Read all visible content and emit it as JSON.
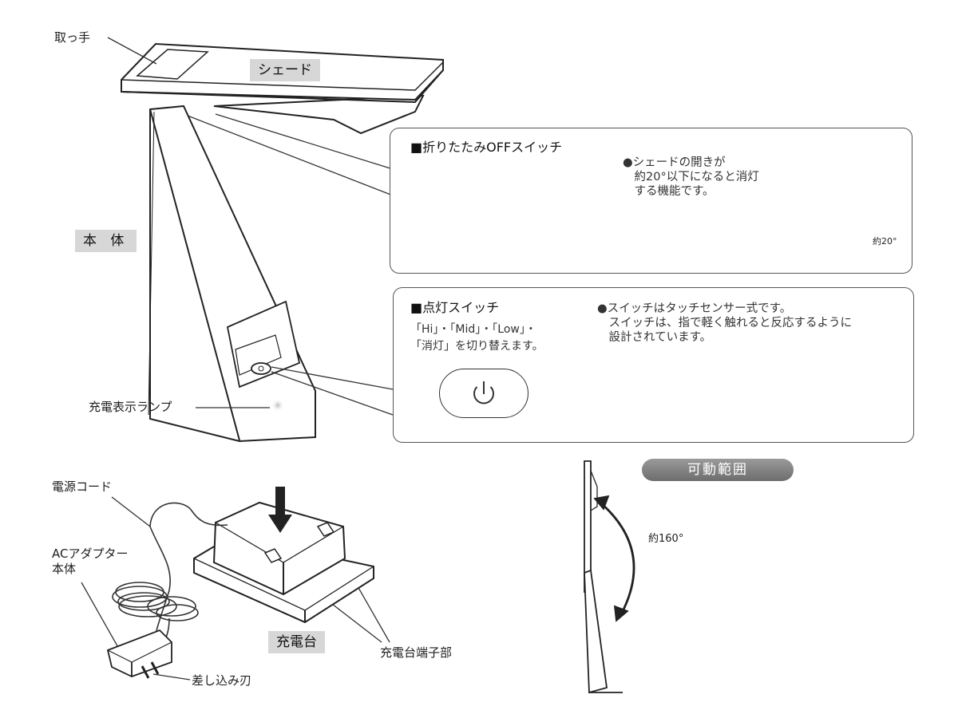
{
  "labels": {
    "handle": "取っ手",
    "shade": "シェード",
    "body": "本 体",
    "charge_lamp": "充電表示ランプ",
    "power_cord": "電源コード",
    "ac_adapter": "ACアダプター\n本体",
    "charging_stand": "充電台",
    "charging_terminal": "充電台端子部",
    "plug_blade": "差し込み刃"
  },
  "panel_fold": {
    "title": "■折りたたみOFFスイッチ",
    "note": "●シェードの開きが\n　約20°以下になると消灯\n　する機能です。",
    "angle_label": "約20°"
  },
  "panel_light": {
    "title": "■点灯スイッチ",
    "desc": "「Hi」・「Mid」・「Low」・\n「消灯」を切り替えます。",
    "note": "●スイッチはタッチセンサー式です。\n　スイッチは、指で軽く触れると反応するように\n　設計されています。",
    "button_icon": "power-icon"
  },
  "range": {
    "title": "可動範囲",
    "angle_label": "約160°"
  },
  "colors": {
    "tag_bg": "#d7d7d7",
    "pill": "#7f7f7f",
    "line": "#333333"
  }
}
